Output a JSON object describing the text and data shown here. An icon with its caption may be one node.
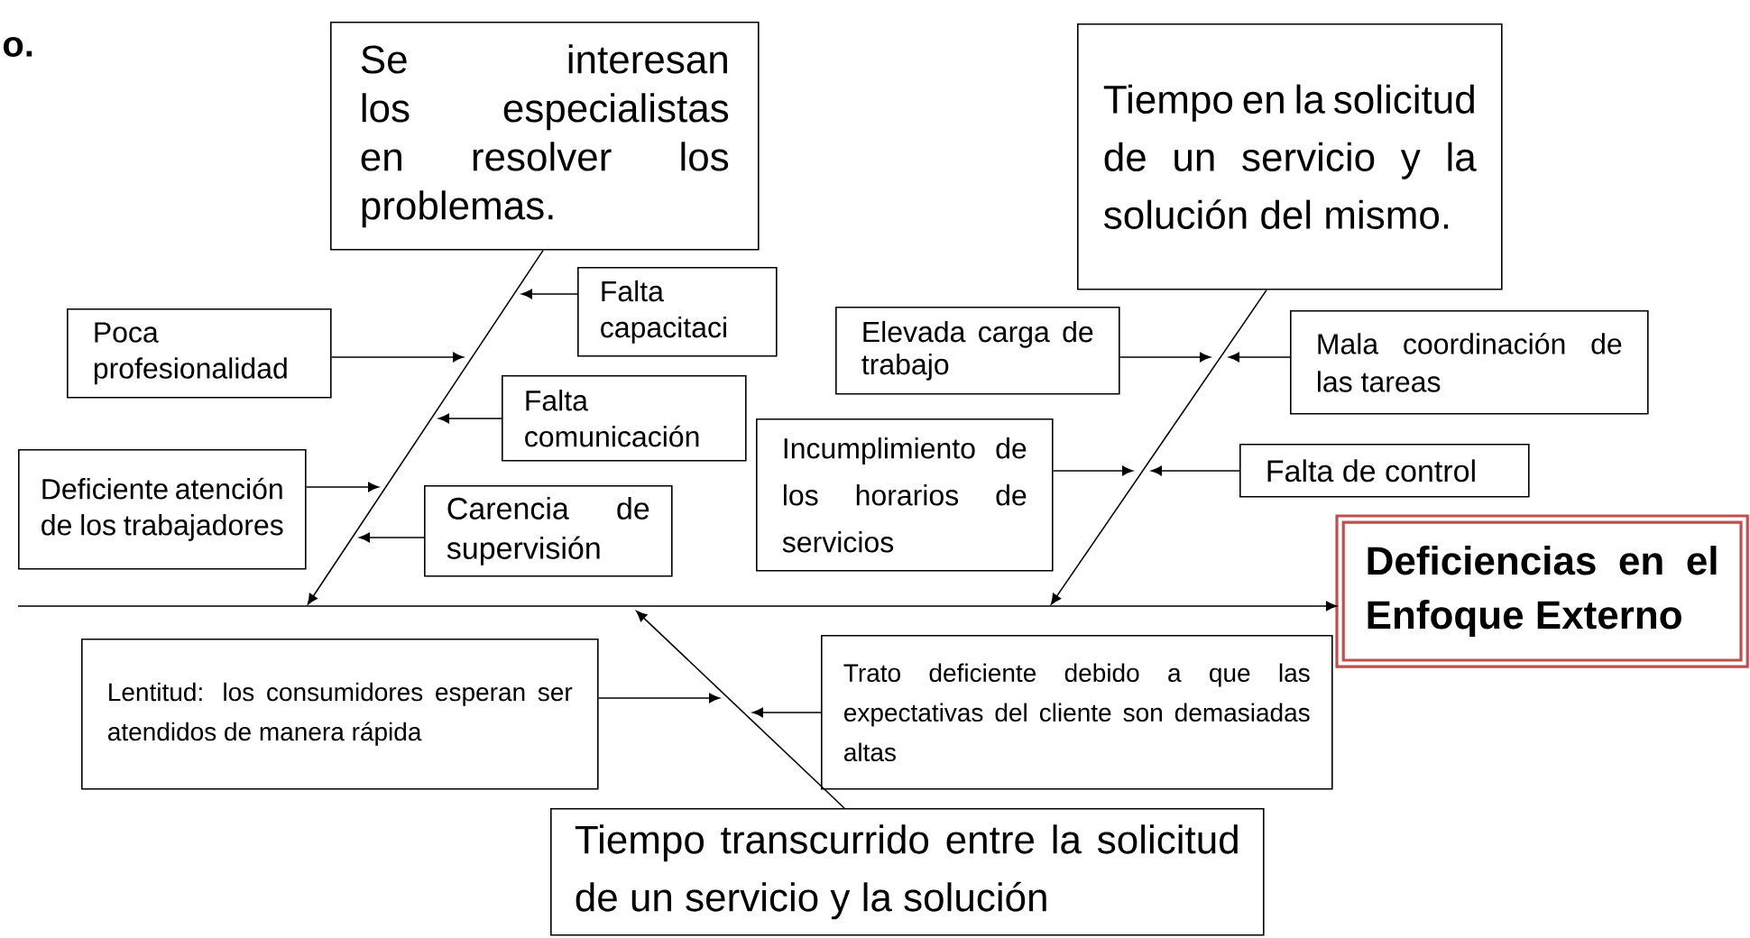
{
  "diagram": {
    "nodes": [
      {
        "text": [
          "Se interesan los especialistas en resolver los problemas."
        ]
      },
      {
        "text": [
          "Falta capacitaci"
        ]
      },
      {
        "text": [
          "Poca profesionalidad"
        ]
      },
      {
        "text": [
          "Falta comunicación"
        ]
      },
      {
        "text": [
          "Deficiente atención de los trabajadores"
        ]
      },
      {
        "text": [
          "Carencia de supervisión"
        ]
      },
      {
        "text": [
          "Tiempo en la solicitud de un servicio y la solución del mismo."
        ]
      },
      {
        "text": [
          "Elevada carga de trabajo"
        ]
      },
      {
        "text": [
          "Mala coordinación de las tareas"
        ]
      },
      {
        "text": [
          "Incumplimiento de los horarios de servicios"
        ]
      },
      {
        "text": [
          "Falta de control"
        ]
      },
      {
        "text": [
          "Deficiencias en el Enfoque Externo"
        ]
      },
      {
        "text": [
          "Lentitud: los consumidores esperan ser atendidos de manera rápida"
        ]
      },
      {
        "text": [
          "Trato deficiente debido a que las expectativas del cliente son demasiadas altas"
        ]
      },
      {
        "text": [
          "Tiempo transcurrido entre la solicitud de un servicio y la solución"
        ]
      }
    ],
    "edges": [
      {
        "from": 0,
        "to": null,
        "arrow": "to"
      },
      {
        "from": 1,
        "to": null,
        "arrow": "to"
      },
      {
        "from": 2,
        "to": null,
        "arrow": "to"
      },
      {
        "from": 3,
        "to": null,
        "arrow": "to"
      },
      {
        "from": 4,
        "to": null,
        "arrow": "to"
      },
      {
        "from": 5,
        "to": null,
        "arrow": "to"
      },
      {
        "from": 6,
        "to": null,
        "arrow": "to"
      },
      {
        "from": 7,
        "to": null,
        "arrow": "to"
      },
      {
        "from": 8,
        "to": null,
        "arrow": "to"
      },
      {
        "from": 9,
        "to": null,
        "arrow": "to"
      },
      {
        "from": 10,
        "to": null,
        "arrow": "to"
      },
      {
        "from": null,
        "to": 11,
        "arrow": "to"
      },
      {
        "from": 14,
        "to": null,
        "arrow": "to"
      },
      {
        "from": 12,
        "to": null,
        "arrow": "to"
      },
      {
        "from": 13,
        "to": null,
        "arrow": "to"
      }
    ],
    "labels": [
      "o."
    ]
  }
}
